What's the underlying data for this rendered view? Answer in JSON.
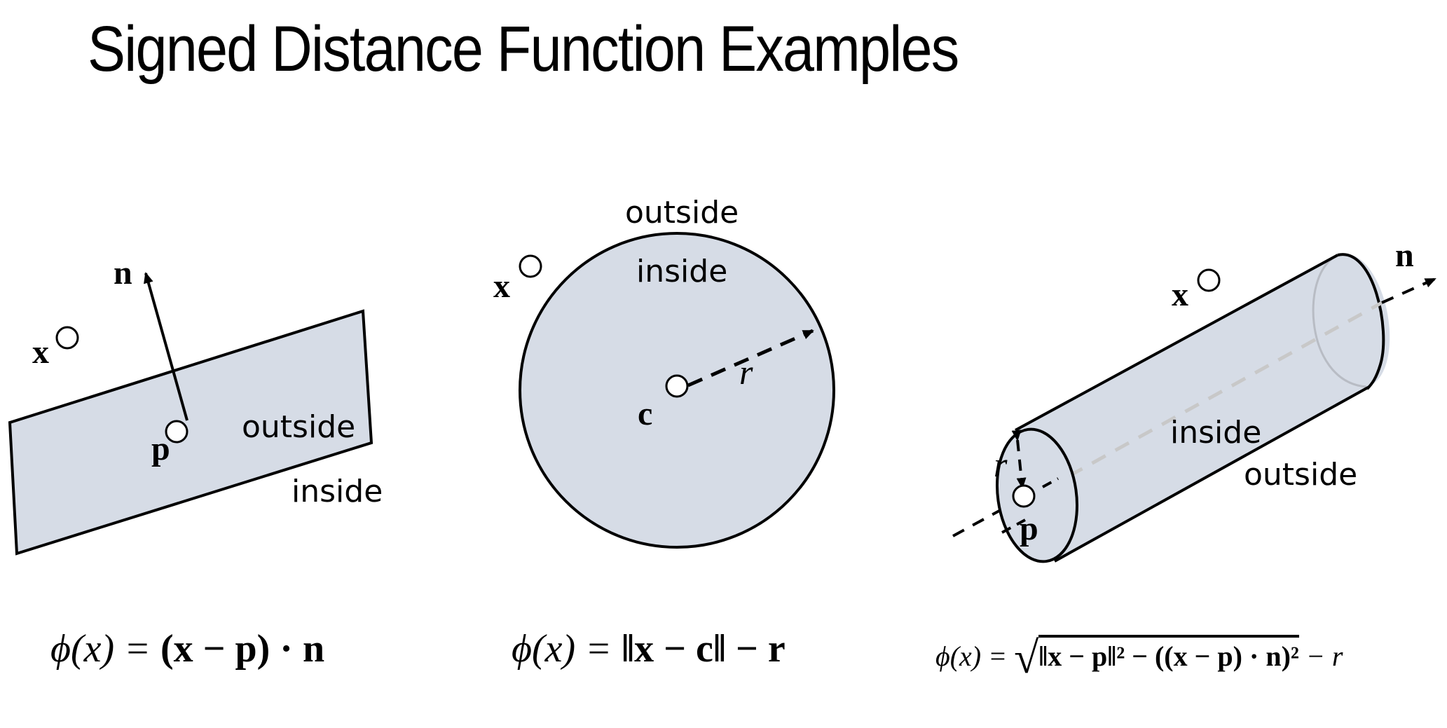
{
  "slide": {
    "title": "Signed Distance Function Examples"
  },
  "colors": {
    "shape_fill": "#d6dce6",
    "stroke": "#000000",
    "axis_gray": "#c8c8c8",
    "background": "#ffffff"
  },
  "plane": {
    "normal_label": "n",
    "point_label": "p",
    "query_label": "x",
    "outside_label": "outside",
    "inside_label": "inside",
    "equation": {
      "lhs": "ϕ(x) =",
      "rhs": "(x − p) · n"
    }
  },
  "sphere": {
    "outside_label": "outside",
    "inside_label": "inside",
    "query_label": "x",
    "center_label": "c",
    "radius_label": "r",
    "equation": {
      "lhs": "ϕ(x) =",
      "rhs": "‖x − c‖ − r"
    }
  },
  "cylinder": {
    "query_label": "x",
    "axis_label": "n",
    "point_label": "p",
    "radius_label": "r",
    "inside_label": "inside",
    "outside_label": "outside",
    "equation": {
      "lhs": "ϕ(x) =",
      "radicand": "‖x − p‖² − ((x − p) · n)²",
      "tail": "− r"
    }
  }
}
